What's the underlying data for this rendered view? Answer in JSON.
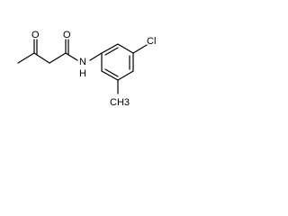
{
  "molecule": {
    "atoms": {
      "oxygen_ketone": "O",
      "oxygen_amide": "O",
      "nitrogen": "N",
      "hydrogen": "H",
      "chlorine": "Cl",
      "methyl": "CH3"
    },
    "colors": {
      "bond": "#000000",
      "label": "#000000",
      "background": "#ffffff"
    }
  }
}
